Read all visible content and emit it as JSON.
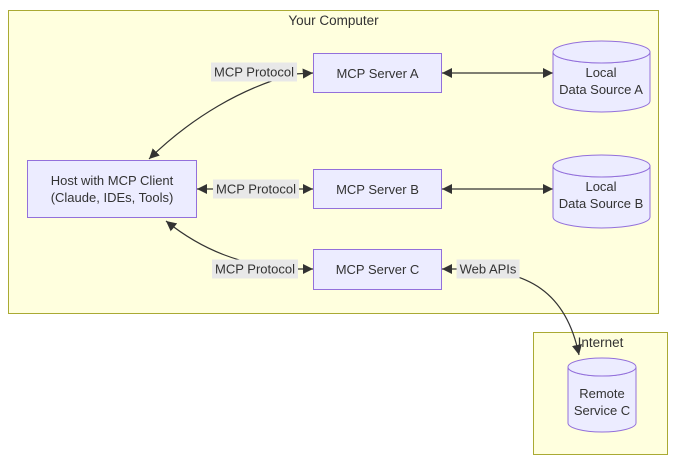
{
  "diagram": {
    "clusters": {
      "your_computer": {
        "label": "Your Computer"
      },
      "internet": {
        "label": "Internet"
      }
    },
    "nodes": {
      "host": {
        "line1": "Host with MCP Client",
        "line2": "(Claude, IDEs, Tools)"
      },
      "server_a": {
        "label": "MCP Server A"
      },
      "server_b": {
        "label": "MCP Server B"
      },
      "server_c": {
        "label": "MCP Server C"
      },
      "data_source_a": {
        "line1": "Local",
        "line2": "Data Source A"
      },
      "data_source_b": {
        "line1": "Local",
        "line2": "Data Source B"
      },
      "remote_service_c": {
        "line1": "Remote",
        "line2": "Service C"
      }
    },
    "edges": {
      "host_server_a": {
        "label": "MCP Protocol",
        "direction": "bidirectional"
      },
      "host_server_b": {
        "label": "MCP Protocol",
        "direction": "bidirectional"
      },
      "host_server_c": {
        "label": "MCP Protocol",
        "direction": "bidirectional"
      },
      "server_a_data_source_a": {
        "direction": "bidirectional"
      },
      "server_b_data_source_b": {
        "direction": "bidirectional"
      },
      "server_c_remote_service_c": {
        "label": "Web APIs",
        "direction": "bidirectional"
      }
    },
    "colors": {
      "node_fill": "#ECECFF",
      "node_border": "#9370DB",
      "cluster_fill": "#FFFFDE",
      "cluster_border": "#AAAA33",
      "edge": "#333333",
      "edge_label_bg": "#E8E8E8",
      "text": "#333333"
    }
  }
}
